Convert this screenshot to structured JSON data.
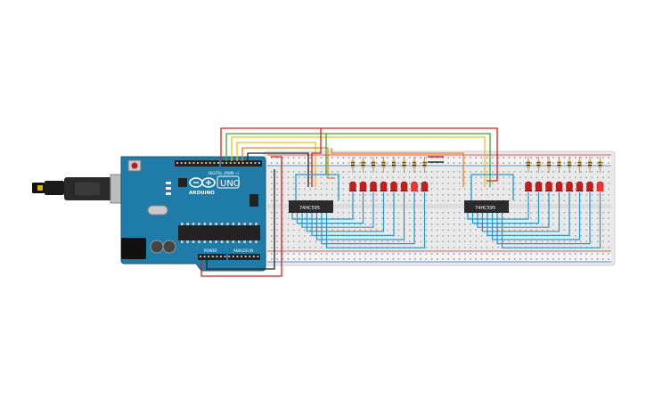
{
  "arduino": {
    "brand_text": "ARDUINO",
    "model_text": "UNO",
    "header_digital": "DIGITAL (PWM ~)",
    "header_power": "POWER",
    "header_analog": "ANALOG IN",
    "board_color": "#1f7ba8"
  },
  "chips": [
    {
      "label": "74HC595"
    },
    {
      "label": "74HC595"
    }
  ],
  "led_count_per_group": 8,
  "colors": {
    "wire_red": "#d81e1e",
    "wire_green": "#3fa535",
    "wire_yellow": "#e8c41c",
    "wire_orange": "#e8821c",
    "wire_black": "#222222",
    "wire_blue": "#1e9ad6",
    "led_red": "#cc1b1b",
    "led_on": "#ff3030",
    "breadboard": "#efefef",
    "chip_body": "#2b2b2b"
  }
}
